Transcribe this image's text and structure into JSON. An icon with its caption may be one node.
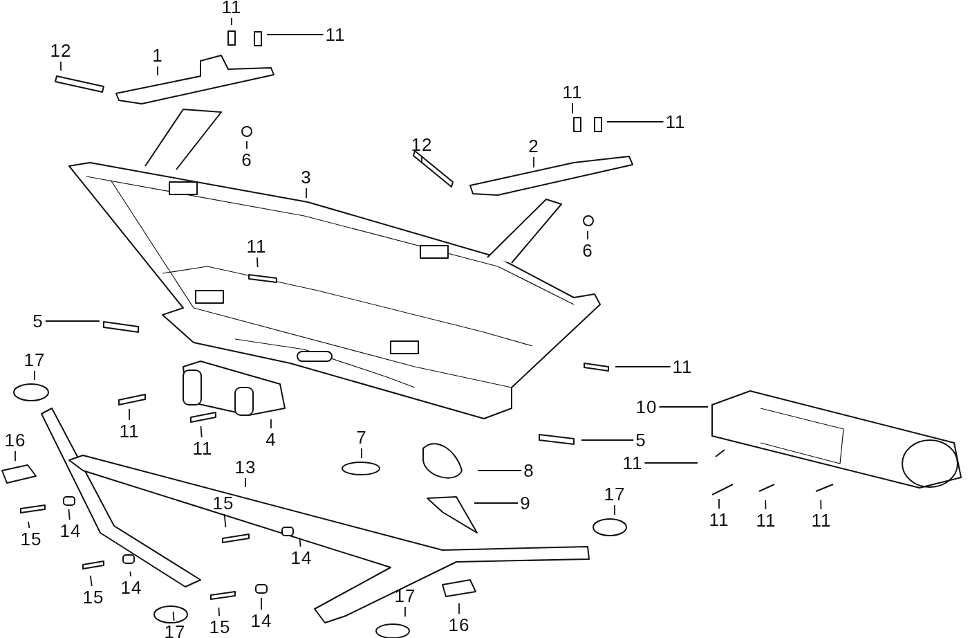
{
  "diagram": {
    "nodes": [
      {
        "text": [
          "11"
        ]
      },
      {
        "text": [
          "11"
        ]
      },
      {
        "text": [
          "12"
        ]
      },
      {
        "text": [
          "1"
        ]
      },
      {
        "text": [
          "6"
        ]
      },
      {
        "text": [
          "11"
        ]
      },
      {
        "text": [
          "11"
        ]
      },
      {
        "text": [
          "12"
        ]
      },
      {
        "text": [
          "2"
        ]
      },
      {
        "text": [
          "3"
        ]
      },
      {
        "text": [
          "6"
        ]
      },
      {
        "text": [
          "11"
        ]
      },
      {
        "text": [
          "5"
        ]
      },
      {
        "text": [
          "11"
        ]
      },
      {
        "text": [
          "17"
        ]
      },
      {
        "text": [
          "10"
        ]
      },
      {
        "text": [
          "11"
        ]
      },
      {
        "text": [
          "11"
        ]
      },
      {
        "text": [
          "4"
        ]
      },
      {
        "text": [
          "5"
        ]
      },
      {
        "text": [
          "16"
        ]
      },
      {
        "text": [
          "7"
        ]
      },
      {
        "text": [
          "13"
        ]
      },
      {
        "text": [
          "8"
        ]
      },
      {
        "text": [
          "11"
        ]
      },
      {
        "text": [
          "9"
        ]
      },
      {
        "text": [
          "17"
        ]
      },
      {
        "text": [
          "15"
        ]
      },
      {
        "text": [
          "15"
        ]
      },
      {
        "text": [
          "14"
        ]
      },
      {
        "text": [
          "14"
        ]
      },
      {
        "text": [
          "11"
        ]
      },
      {
        "text": [
          "11"
        ]
      },
      {
        "text": [
          "11"
        ]
      },
      {
        "text": [
          "15"
        ]
      },
      {
        "text": [
          "14"
        ]
      },
      {
        "text": [
          "17"
        ]
      },
      {
        "text": [
          "16"
        ]
      },
      {
        "text": [
          "17"
        ]
      },
      {
        "text": [
          "15"
        ]
      },
      {
        "text": [
          "14"
        ]
      }
    ],
    "edges": [
      {
        "from": 0,
        "to": null,
        "arrow": "none"
      },
      {
        "from": 1,
        "to": null,
        "arrow": "none"
      },
      {
        "from": 2,
        "to": null,
        "arrow": "none"
      },
      {
        "from": 3,
        "to": null,
        "arrow": "none"
      },
      {
        "from": 4,
        "to": null,
        "arrow": "none"
      },
      {
        "from": 5,
        "to": null,
        "arrow": "none"
      },
      {
        "from": 6,
        "to": null,
        "arrow": "none"
      },
      {
        "from": 7,
        "to": null,
        "arrow": "none"
      },
      {
        "from": 8,
        "to": null,
        "arrow": "none"
      },
      {
        "from": 9,
        "to": null,
        "arrow": "none"
      },
      {
        "from": 10,
        "to": null,
        "arrow": "none"
      },
      {
        "from": 11,
        "to": null,
        "arrow": "none"
      },
      {
        "from": 12,
        "to": null,
        "arrow": "none"
      },
      {
        "from": 13,
        "to": null,
        "arrow": "none"
      },
      {
        "from": 14,
        "to": null,
        "arrow": "none"
      },
      {
        "from": 15,
        "to": null,
        "arrow": "none"
      },
      {
        "from": 16,
        "to": null,
        "arrow": "none"
      },
      {
        "from": 17,
        "to": null,
        "arrow": "none"
      },
      {
        "from": 18,
        "to": null,
        "arrow": "none"
      },
      {
        "from": 19,
        "to": null,
        "arrow": "none"
      },
      {
        "from": 20,
        "to": null,
        "arrow": "none"
      },
      {
        "from": 21,
        "to": null,
        "arrow": "none"
      },
      {
        "from": 22,
        "to": null,
        "arrow": "none"
      },
      {
        "from": 23,
        "to": null,
        "arrow": "none"
      },
      {
        "from": 24,
        "to": null,
        "arrow": "none"
      },
      {
        "from": 25,
        "to": null,
        "arrow": "none"
      },
      {
        "from": 26,
        "to": null,
        "arrow": "none"
      },
      {
        "from": 27,
        "to": null,
        "arrow": "none"
      },
      {
        "from": 28,
        "to": null,
        "arrow": "none"
      },
      {
        "from": 29,
        "to": null,
        "arrow": "none"
      },
      {
        "from": 30,
        "to": null,
        "arrow": "none"
      },
      {
        "from": 31,
        "to": null,
        "arrow": "none"
      },
      {
        "from": 32,
        "to": null,
        "arrow": "none"
      },
      {
        "from": 33,
        "to": null,
        "arrow": "none"
      },
      {
        "from": 34,
        "to": null,
        "arrow": "none"
      },
      {
        "from": 35,
        "to": null,
        "arrow": "none"
      },
      {
        "from": 36,
        "to": null,
        "arrow": "none"
      },
      {
        "from": 37,
        "to": null,
        "arrow": "none"
      },
      {
        "from": 38,
        "to": null,
        "arrow": "none"
      },
      {
        "from": 39,
        "to": null,
        "arrow": "none"
      },
      {
        "from": 40,
        "to": null,
        "arrow": "none"
      }
    ]
  }
}
